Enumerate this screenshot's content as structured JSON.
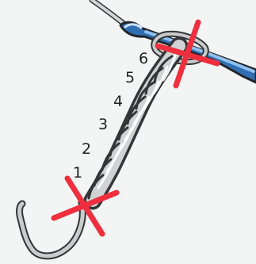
{
  "diagram": {
    "colors": {
      "background": "#f3f4f4",
      "yarn_fill": "#c9cbcc",
      "yarn_outline": "#343536",
      "hook_fill": "#2f6fb2",
      "hook_highlight": "#8fc0ef",
      "cross_marker": "#ef2f3e"
    },
    "stitch_numbers": [
      "1",
      "2",
      "3",
      "4",
      "5",
      "6"
    ],
    "icons": {
      "hook": "crochet-hook-icon",
      "yarn": "yarn-chain-icon",
      "start_marker": "red-x-icon",
      "end_marker": "red-x-icon"
    }
  }
}
